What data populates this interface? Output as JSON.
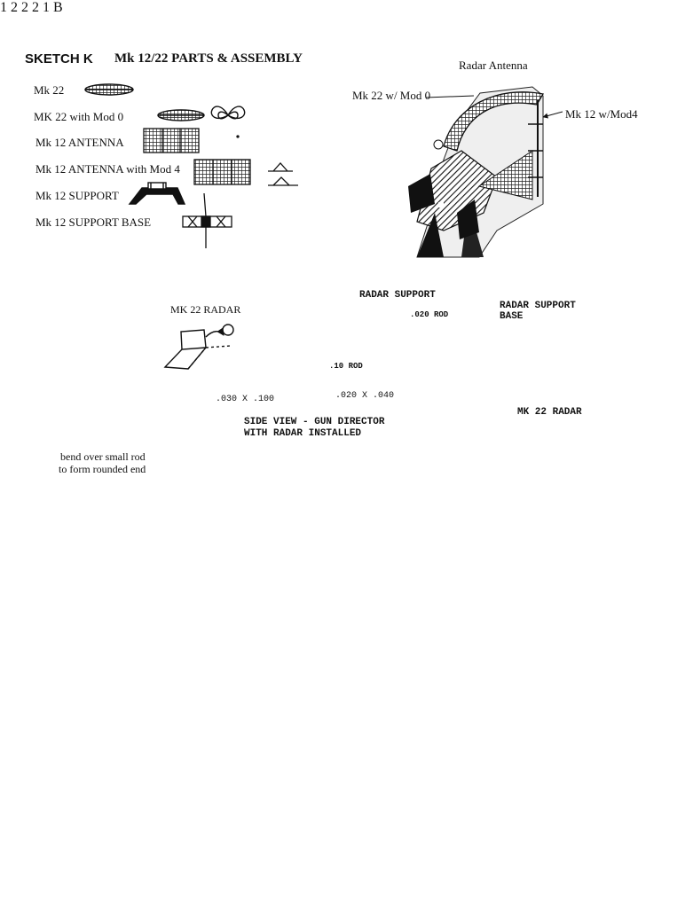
{
  "header": {
    "sketch_label": "SKETCH K",
    "title": "Mk 12/22  PARTS & ASSEMBLY"
  },
  "parts": [
    {
      "label": "Mk 22"
    },
    {
      "label": "MK 22  with Mod 0"
    },
    {
      "label": "Mk 12   ANTENNA"
    },
    {
      "label": "Mk 12 ANTENNA with Mod 4"
    },
    {
      "label": "Mk 12 SUPPORT"
    },
    {
      "label": "Mk 12 SUPPORT BASE"
    }
  ],
  "photo": {
    "caption": "Radar Antenna",
    "label_left": "Mk 22 w/ Mod 0",
    "label_right": "Mk 12  w/Mod4"
  },
  "assembly": {
    "mk22_radar_left": "MK 22  RADAR",
    "radar_support": "RADAR SUPPORT",
    "rod_020": ".020 ROD",
    "radar_support_base_1": "RADAR SUPPORT",
    "radar_support_base_2": "BASE",
    "rod_10": ".10 ROD",
    "dim_030": ".030 X .100",
    "dim_020": ".020 X .040",
    "side_view_1": "SIDE VIEW - GUN DIRECTOR",
    "side_view_2": "WITH RADAR INSTALLED",
    "mk22_radar_right": "MK 22  RADAR",
    "note_1": "bend over small rod",
    "note_2": "to  form rounded end",
    "callout_1": "1",
    "callout_2": "2",
    "callout_b": "B"
  }
}
